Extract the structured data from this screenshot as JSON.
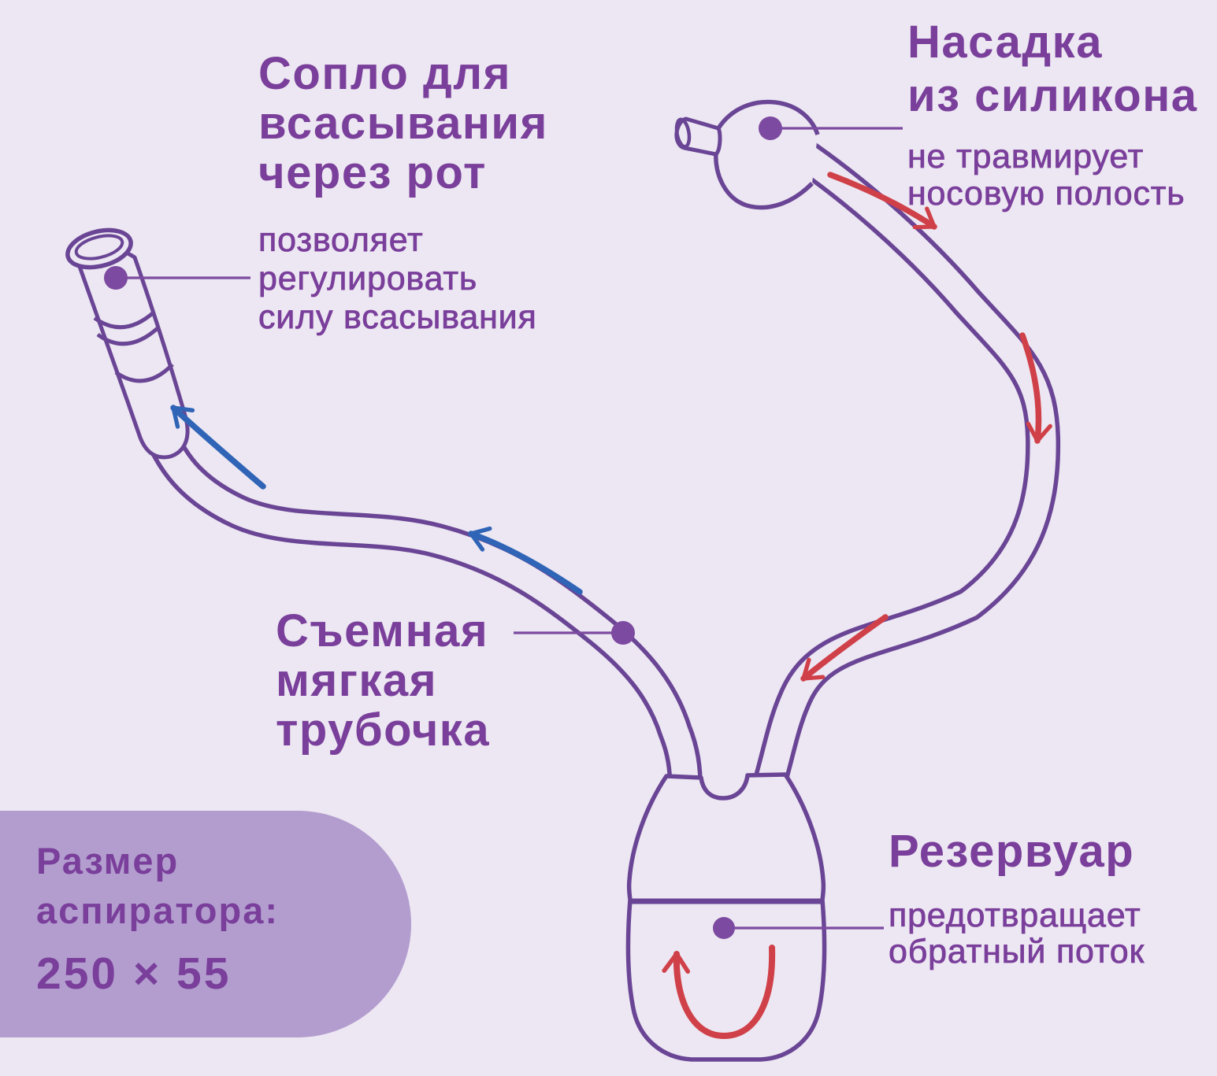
{
  "title": "Схема аспиратора назального",
  "colors": {
    "bg": "#ece7f2",
    "panel": "#b39dcf",
    "text": "#7a3f9b",
    "outline": "#6a4595",
    "callout": "#7c4aa0",
    "red": "#d04048",
    "blue": "#2f64b6"
  },
  "labels": {
    "mouth_nozzle": {
      "title": "Сопло для\nвсасывания\nчерез рот",
      "desc": "позволяет\nрегулировать\nсилу всасывания"
    },
    "silicone_tip": {
      "title": "Насадка\nиз силикона",
      "desc": "не травмирует\nносовую полость"
    },
    "tube": {
      "title": "Съемная\nмягкая\nтрубочка"
    },
    "reservoir": {
      "title": "Резервуар",
      "desc": "предотвращает\nобратный поток"
    }
  },
  "size_box": {
    "label": "Размер\nаспиратора:",
    "value": "250 × 55"
  },
  "diagram": {
    "parts": [
      "mouth-nozzle",
      "soft-tube",
      "silicone-tip",
      "reservoir"
    ],
    "flow_out_color": "#d04048",
    "flow_suction_color": "#2f64b6"
  }
}
